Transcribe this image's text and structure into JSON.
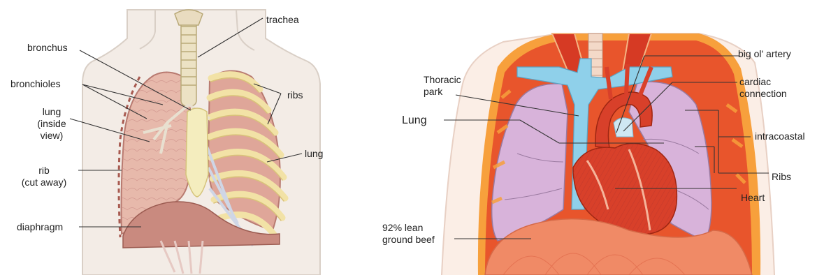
{
  "left_diagram": {
    "labels": {
      "trachea": "trachea",
      "bronchus": "bronchus",
      "bronchioles": "bronchioles",
      "lung_inside": [
        "lung",
        "(inside",
        "view)"
      ],
      "ribs": "ribs",
      "lung": "lung",
      "rib_cut": [
        "rib",
        "(cut away)"
      ],
      "diaphragm": "diaphragm"
    }
  },
  "right_diagram": {
    "labels": {
      "big_artery": "big ol' artery",
      "thoracic_park": [
        "Thoracic",
        "park"
      ],
      "cardiac_connection": [
        "cardiac",
        "connection"
      ],
      "lung": "Lung",
      "intracoastal": "intracoastal",
      "ribs": "Ribs",
      "heart": "Heart",
      "ground_beef": [
        "92% lean",
        "ground beef"
      ]
    }
  },
  "colors": {
    "skin": "#f3ece6",
    "lung_pink": "#e7b9ab",
    "rib_yellow": "#f2e2a6",
    "trachea": "#ece2c4",
    "diaphragm": "#c98a7f",
    "muscle_red": "#e8552c",
    "fat_orange": "#f7a03c",
    "lung_lilac": "#d8b3da",
    "vessel_blue": "#8fd0ea",
    "heart_red": "#d8402a"
  }
}
